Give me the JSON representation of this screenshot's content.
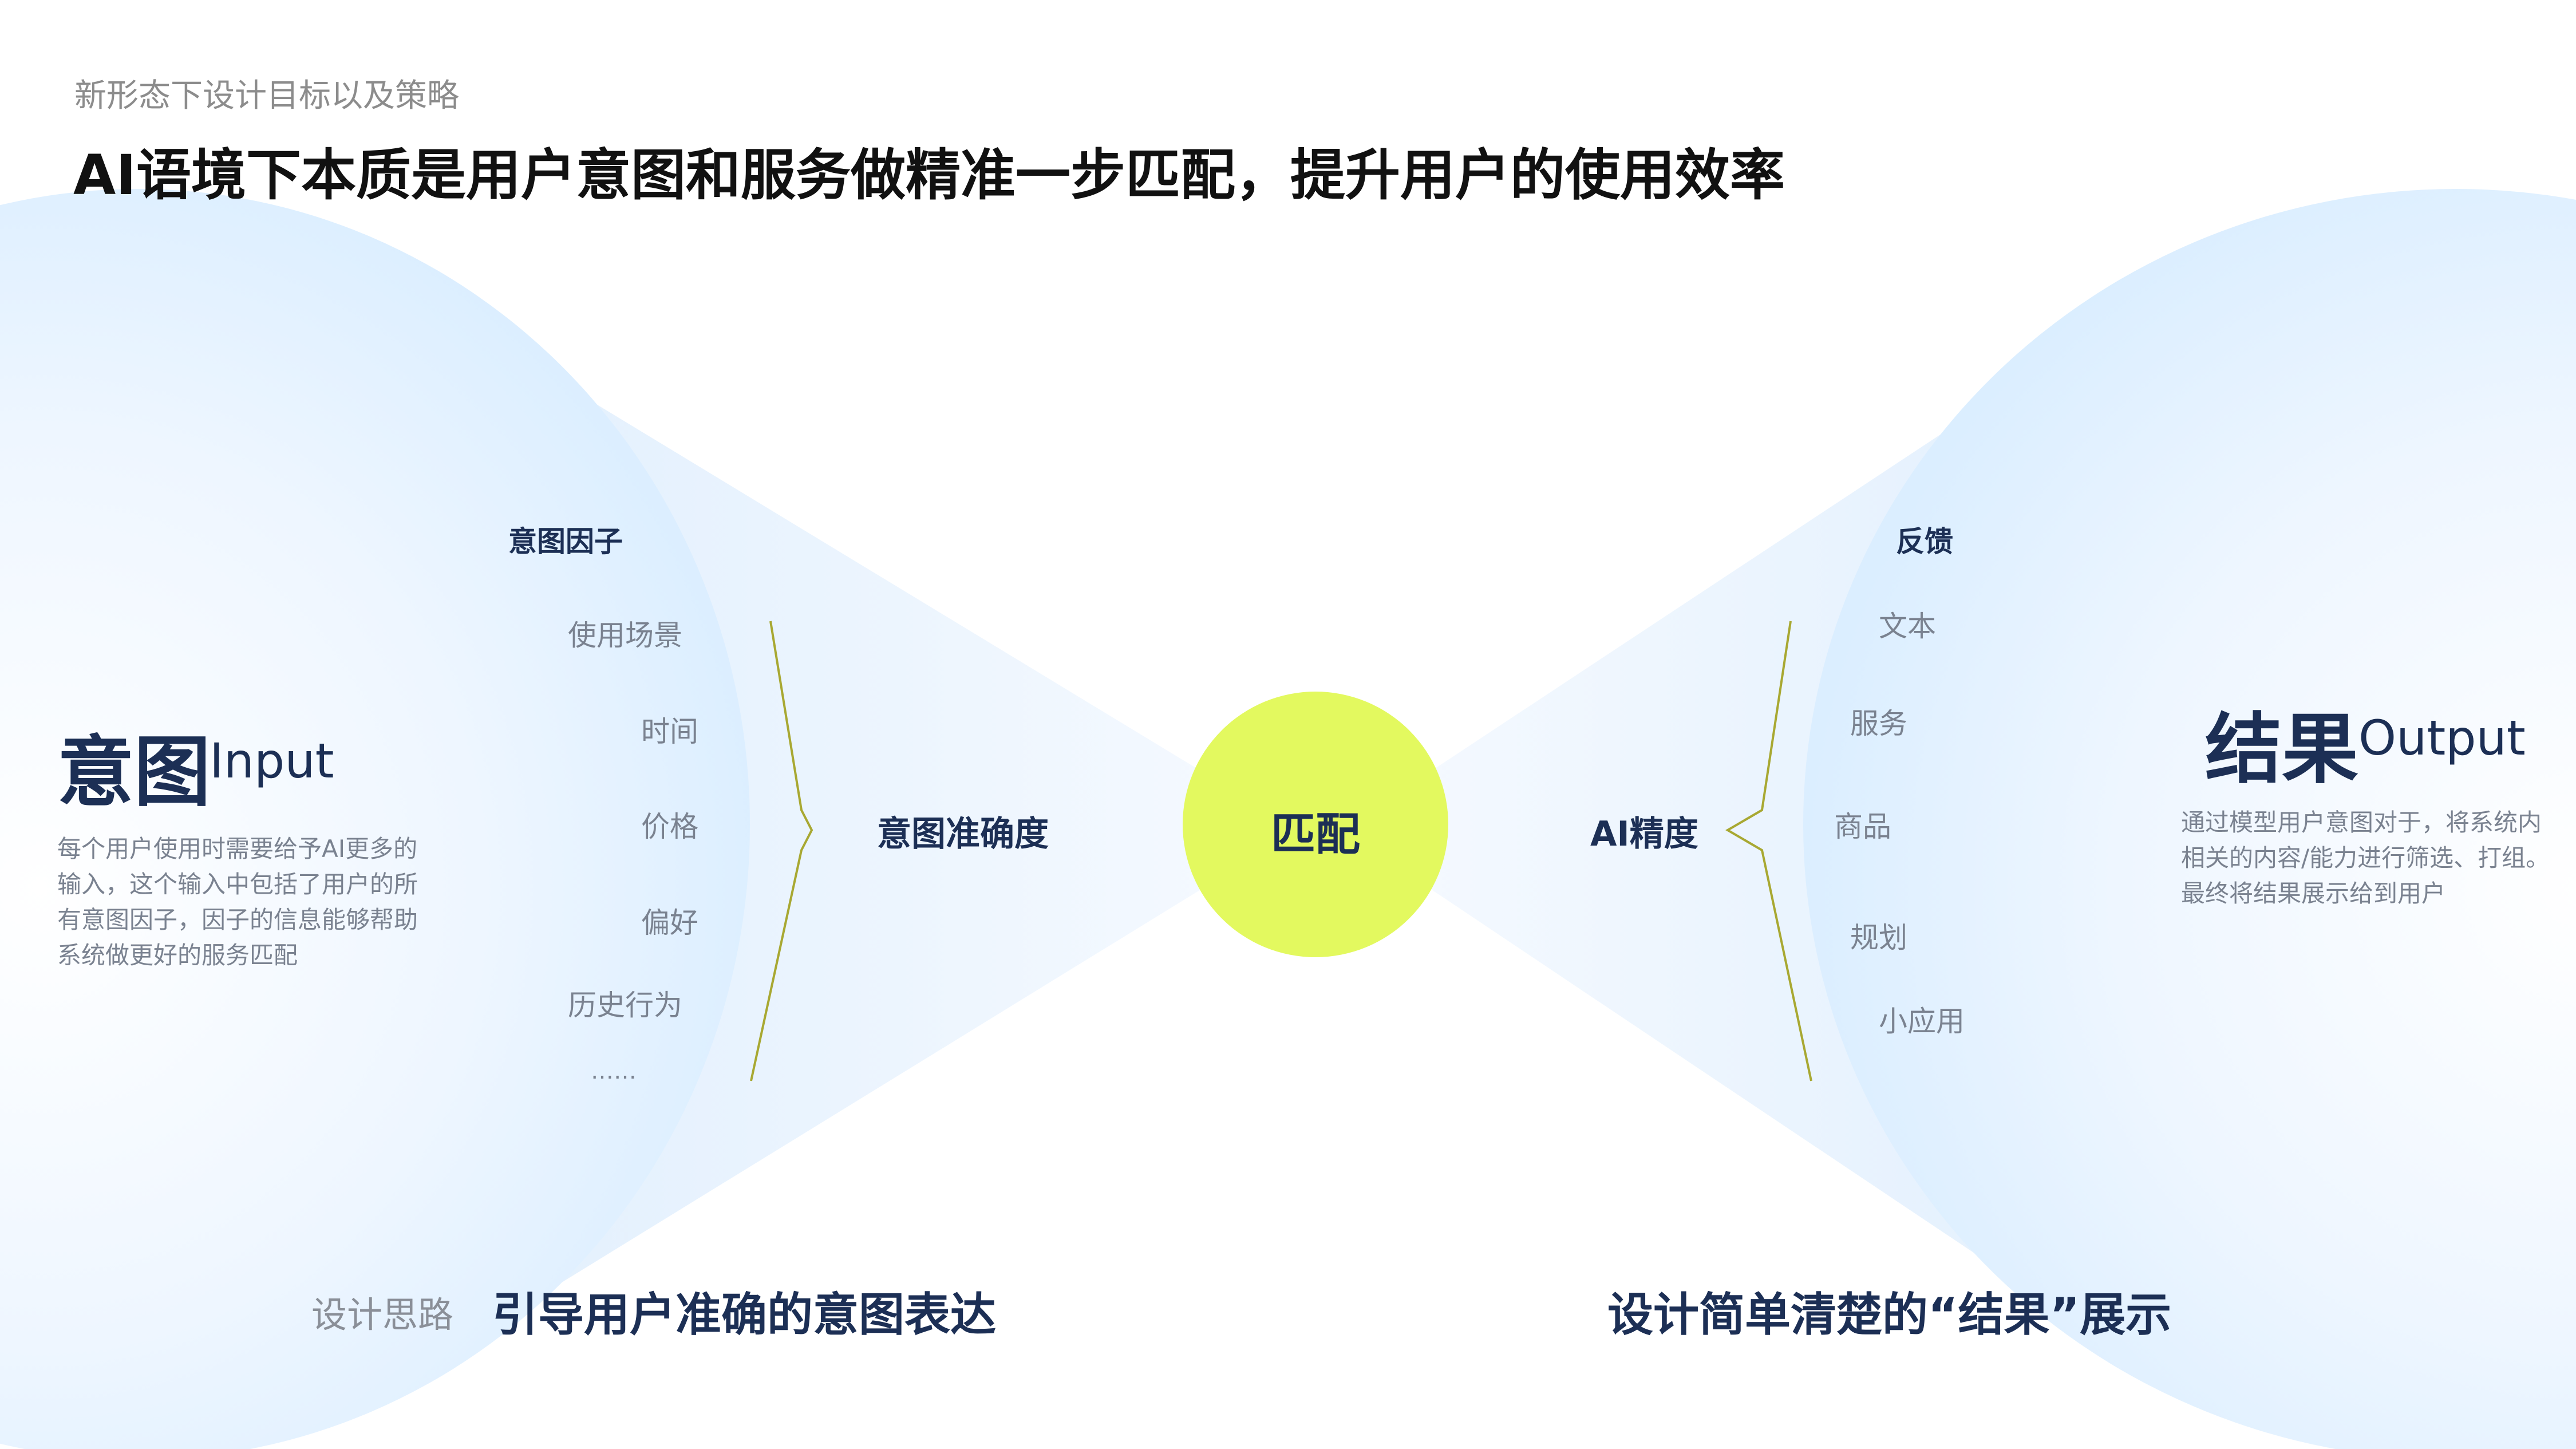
{
  "header": {
    "subtitle": "新形态下设计目标以及策略",
    "headline": "AI语境下本质是用户意图和服务做精准一步匹配，提升用户的使用效率"
  },
  "input": {
    "title_cn": "意图",
    "title_en": "Input",
    "description": "每个用户使用时需要给予AI更多的输入，这个输入中包括了用户的所有意图因子，因子的信息能够帮助系统做更好的服务匹配",
    "factors_heading": "意图因子",
    "factors": [
      "使用场景",
      "时间",
      "价格",
      "偏好",
      "历史行为",
      "……"
    ],
    "bracket_label": "意图准确度"
  },
  "center": {
    "label": "匹配",
    "fill_color": "#e3f95f"
  },
  "output": {
    "title_cn": "结果",
    "title_en": "Output",
    "description": "通过模型用户意图对于，将系统内相关的内容/能力进行筛选、打组。最终将结果展示给到用户",
    "feedback_heading": "反馈",
    "feedback_items": [
      "文本",
      "服务",
      "商品",
      "规划",
      "小应用"
    ],
    "bracket_label": "AI精度"
  },
  "footer": {
    "design_note": "设计思路",
    "left_goal": "引导用户准确的意图表达",
    "right_goal": "设计简单清楚的“结果”展示"
  },
  "colors": {
    "accent_lime": "#e3f95f",
    "bracket_olive": "#a8a832",
    "navy_text": "#1c2f55",
    "bubble_blue": "#dceeff"
  }
}
